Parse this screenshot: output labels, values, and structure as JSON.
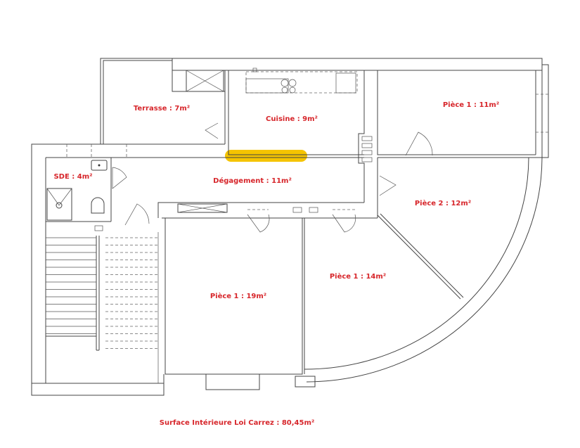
{
  "rooms": {
    "terrasse": "Terrasse : 7m²",
    "cuisine": "Cuisine : 9m²",
    "piece1_11": "Pièce 1 : 11m²",
    "sde": "SDE : 4m²",
    "degagement": "Dégagement : 11m²",
    "piece2_12": "Pièce 2 : 12m²",
    "piece1_14": "Pièce 1 : 14m²",
    "piece1_19": "Pièce 1 : 19m²"
  },
  "total_surface": "Surface Intérieure Loi Carrez : 80,45m²",
  "colors": {
    "label": "#d7262b",
    "highlight": "#f5c400",
    "walls": "#444444"
  }
}
